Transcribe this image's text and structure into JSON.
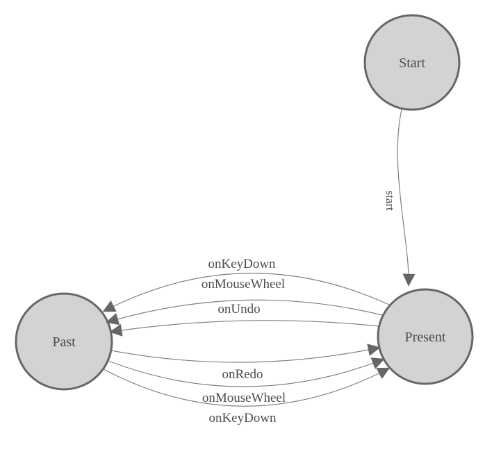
{
  "diagram": {
    "type": "state-machine",
    "background": "#ffffff",
    "colors": {
      "node_fill": "#d3d3d3",
      "node_stroke": "#666666",
      "edge_line": "#808080",
      "arrowhead": "#666666",
      "label_text": "#4d4d4d"
    },
    "nodes": [
      {
        "id": "start",
        "label": "Start"
      },
      {
        "id": "present",
        "label": "Present"
      },
      {
        "id": "past",
        "label": "Past"
      }
    ],
    "edges": [
      {
        "from": "Start",
        "to": "Present",
        "label": "start"
      },
      {
        "from": "Present",
        "to": "Past",
        "label": "onKeyDown"
      },
      {
        "from": "Present",
        "to": "Past",
        "label": "onMouseWheel"
      },
      {
        "from": "Present",
        "to": "Past",
        "label": "onUndo"
      },
      {
        "from": "Past",
        "to": "Present",
        "label": "onRedo"
      },
      {
        "from": "Past",
        "to": "Present",
        "label": "onMouseWheel"
      },
      {
        "from": "Past",
        "to": "Present",
        "label": "onKeyDown"
      }
    ]
  }
}
